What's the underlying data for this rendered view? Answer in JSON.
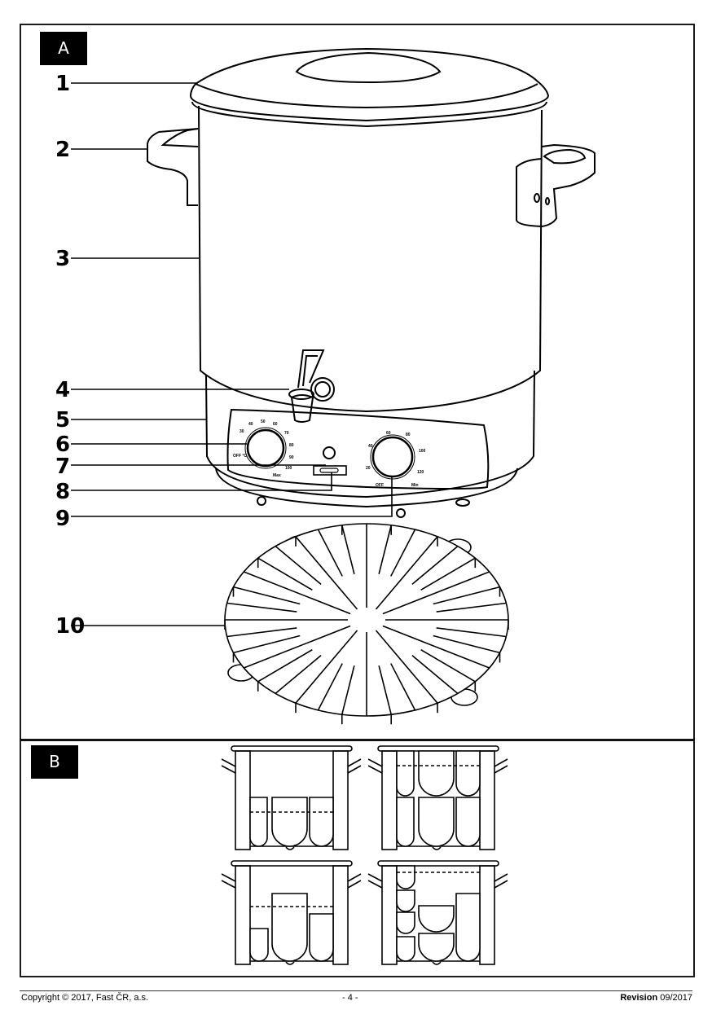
{
  "sections": {
    "a": {
      "label": "A"
    },
    "b": {
      "label": "B"
    }
  },
  "callouts": [
    {
      "number": "1",
      "part": "lid"
    },
    {
      "number": "2",
      "part": "handle"
    },
    {
      "number": "3",
      "part": "pot-body"
    },
    {
      "number": "4",
      "part": "drain-tap"
    },
    {
      "number": "5",
      "part": "base"
    },
    {
      "number": "6",
      "part": "temperature-dial"
    },
    {
      "number": "7",
      "part": "indicator-light"
    },
    {
      "number": "8",
      "part": "display-window"
    },
    {
      "number": "9",
      "part": "timer-dial"
    },
    {
      "number": "10",
      "part": "wire-rack"
    }
  ],
  "temperature_dial": {
    "labels": [
      "OFF °C",
      "30",
      "40",
      "50",
      "60",
      "70",
      "80",
      "90",
      "100",
      "Max"
    ]
  },
  "timer_dial": {
    "labels": [
      "OFF",
      "20",
      "40",
      "60",
      "80",
      "100",
      "120",
      "Min"
    ]
  },
  "footer": {
    "copyright": "Copyright © 2017, Fast ČR, a.s.",
    "page": "- 4 -",
    "revision_label": "Revision",
    "revision_date": "09/2017"
  }
}
